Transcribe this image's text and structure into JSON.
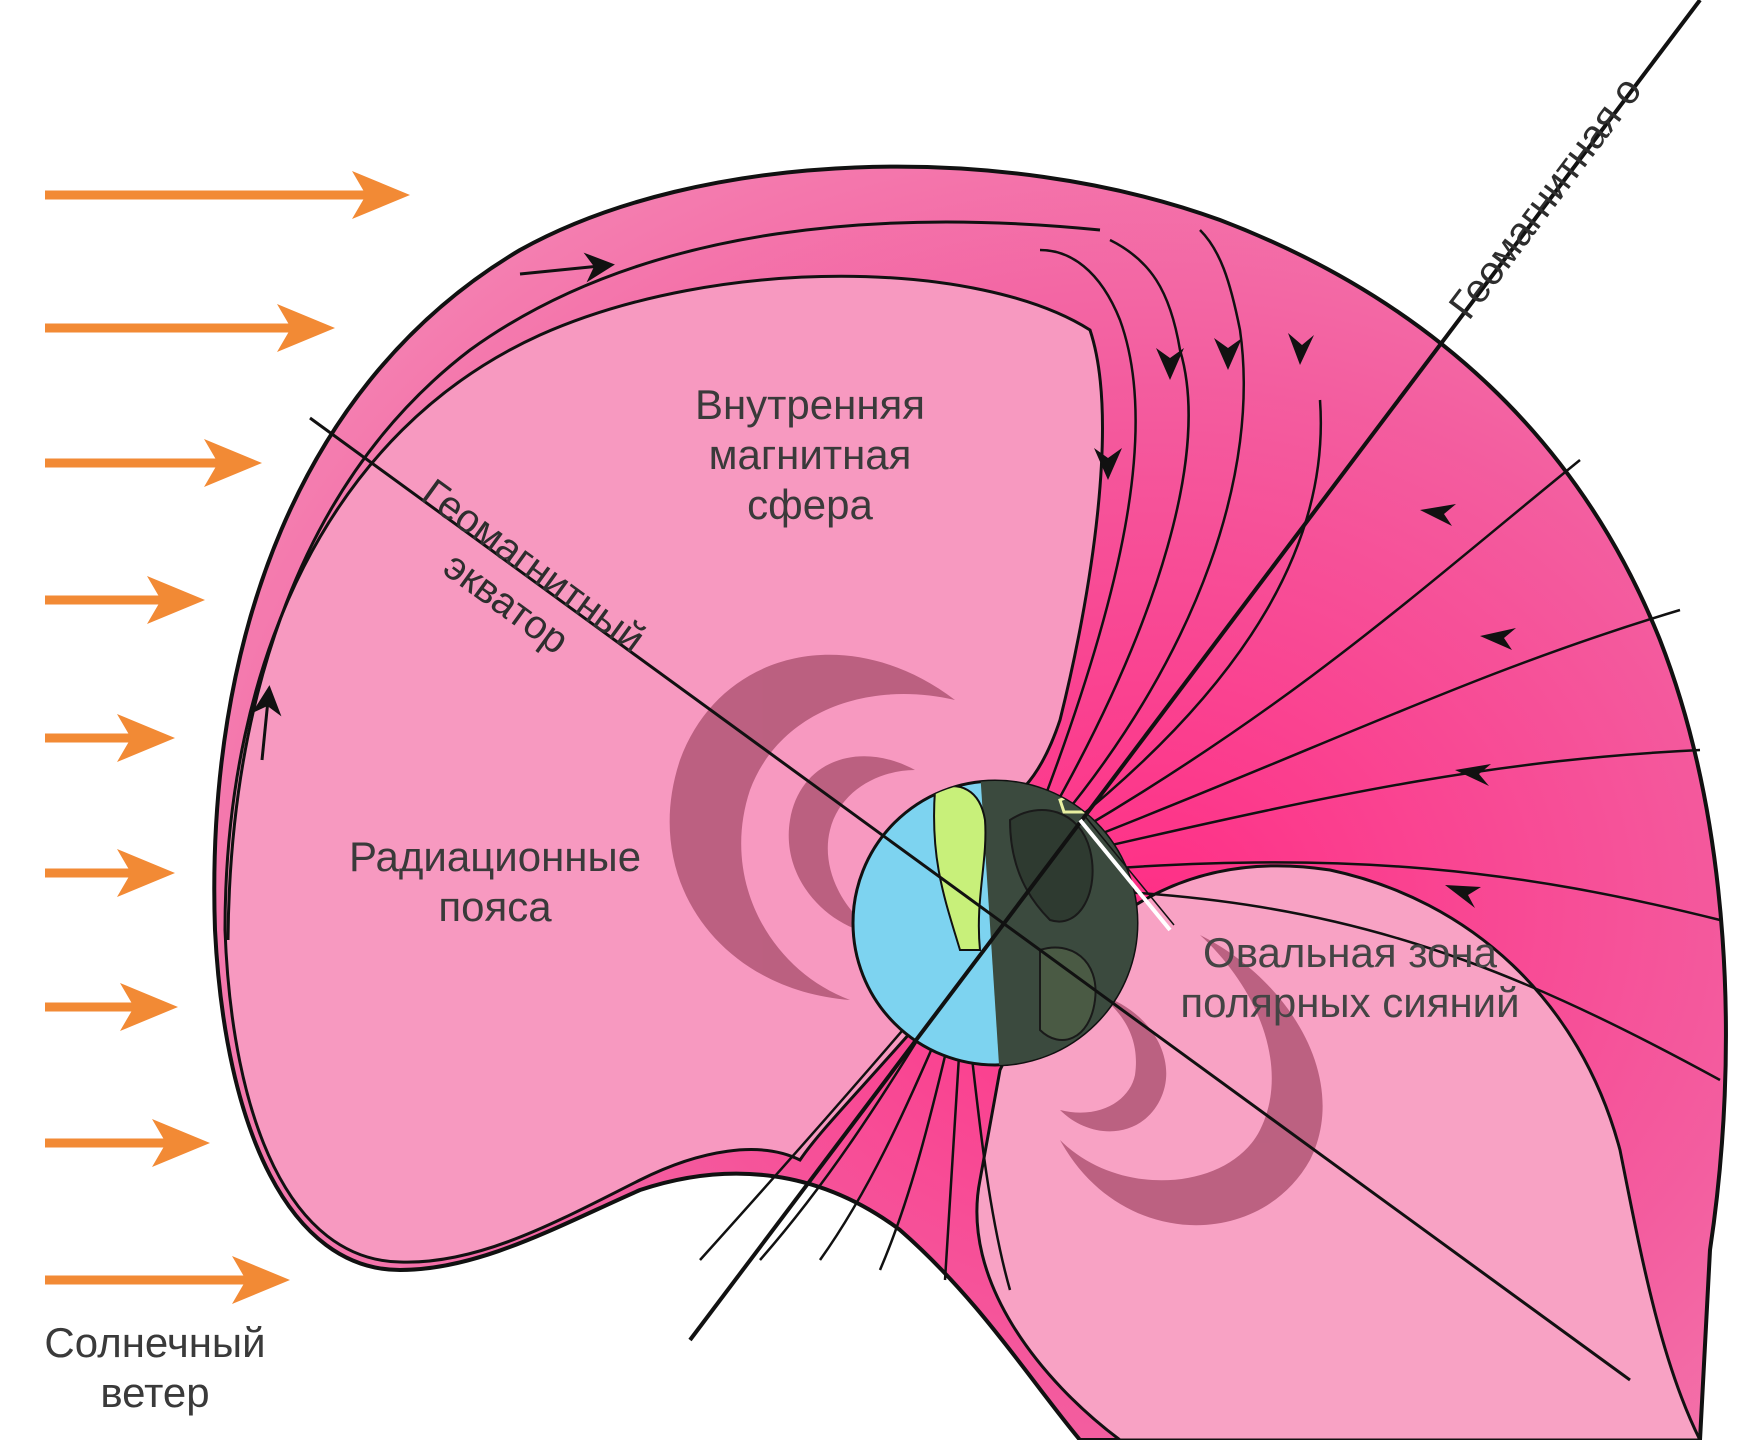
{
  "labels": {
    "inner_sphere": [
      "Внутренняя",
      "магнитная",
      "сфера"
    ],
    "radiation_belts": [
      "Радиационные",
      "пояса"
    ],
    "auroral_oval": [
      "Овальная зона",
      "полярных сияний"
    ],
    "solar_wind": [
      "Солнечный",
      "ветер"
    ],
    "geomagnetic_equator": [
      "Геомагнитный",
      "экватор"
    ],
    "geomagnetic_axis": "Геомагнитная о"
  },
  "colors": {
    "arrow": "#f28a35",
    "magnetosphere_outer": "#f0519a",
    "magnetosphere_inner": "#f895bd",
    "radiation_belt": "#b55a7a",
    "field_line": "#111111",
    "ocean": "#7dd3f0",
    "land_day": "#c8f07a",
    "night": "#3b4a3e"
  },
  "solar_wind_arrow_count": 9
}
